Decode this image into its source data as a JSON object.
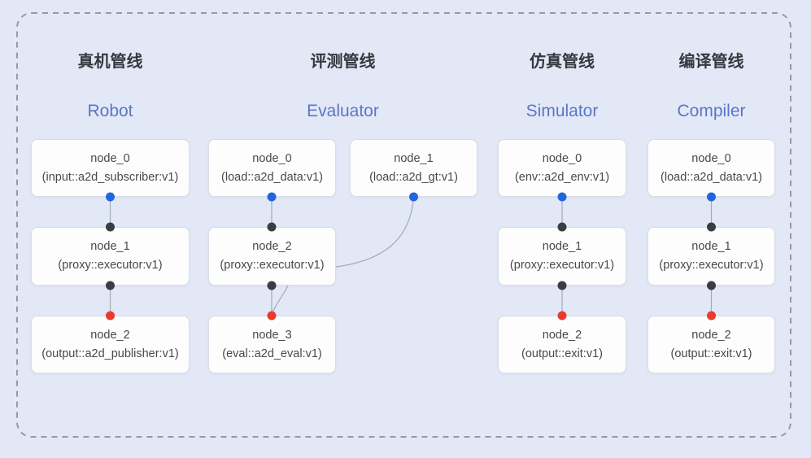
{
  "pipelines": [
    {
      "title_zh": "真机管线",
      "title_en": "Robot",
      "nodes": [
        {
          "label": "node_0",
          "sublabel": "(input::a2d_subscriber:v1)"
        },
        {
          "label": "node_1",
          "sublabel": "(proxy::executor:v1)"
        },
        {
          "label": "node_2",
          "sublabel": "(output::a2d_publisher:v1)"
        }
      ]
    },
    {
      "title_zh": "评测管线",
      "title_en": "Evaluator",
      "nodes": [
        {
          "label": "node_0",
          "sublabel": "(load::a2d_data:v1)"
        },
        {
          "label": "node_1",
          "sublabel": "(load::a2d_gt:v1)"
        },
        {
          "label": "node_2",
          "sublabel": "(proxy::executor:v1)"
        },
        {
          "label": "node_3",
          "sublabel": "(eval::a2d_eval:v1)"
        }
      ]
    },
    {
      "title_zh": "仿真管线",
      "title_en": "Simulator",
      "nodes": [
        {
          "label": "node_0",
          "sublabel": "(env::a2d_env:v1)"
        },
        {
          "label": "node_1",
          "sublabel": "(proxy::executor:v1)"
        },
        {
          "label": "node_2",
          "sublabel": "(output::exit:v1)"
        }
      ]
    },
    {
      "title_zh": "编译管线",
      "title_en": "Compiler",
      "nodes": [
        {
          "label": "node_0",
          "sublabel": "(load::a2d_data:v1)"
        },
        {
          "label": "node_1",
          "sublabel": "(proxy::executor:v1)"
        },
        {
          "label": "node_2",
          "sublabel": "(output::exit:v1)"
        }
      ]
    }
  ],
  "edges": [
    {
      "from": "Robot/node_0",
      "to": "Robot/node_1"
    },
    {
      "from": "Robot/node_1",
      "to": "Robot/node_2"
    },
    {
      "from": "Evaluator/node_0",
      "to": "Evaluator/node_2"
    },
    {
      "from": "Evaluator/node_1",
      "to": "Evaluator/node_3"
    },
    {
      "from": "Evaluator/node_2",
      "to": "Evaluator/node_3"
    },
    {
      "from": "Simulator/node_0",
      "to": "Simulator/node_1"
    },
    {
      "from": "Simulator/node_1",
      "to": "Simulator/node_2"
    },
    {
      "from": "Compiler/node_0",
      "to": "Compiler/node_1"
    },
    {
      "from": "Compiler/node_1",
      "to": "Compiler/node_2"
    }
  ],
  "colors": {
    "background": "#e3e8f6",
    "frame_border": "#949aa6",
    "node_fill": "#fdfdfe",
    "node_border": "#d9dde5",
    "node_text": "#47494e",
    "title_zh_color": "#35393f",
    "title_en_color": "#5b76c8",
    "edge": "#a3aab8",
    "port_output_blue": "#2166dd",
    "port_proxy_dark": "#3a3d42",
    "port_input_red": "#e93a2b"
  }
}
